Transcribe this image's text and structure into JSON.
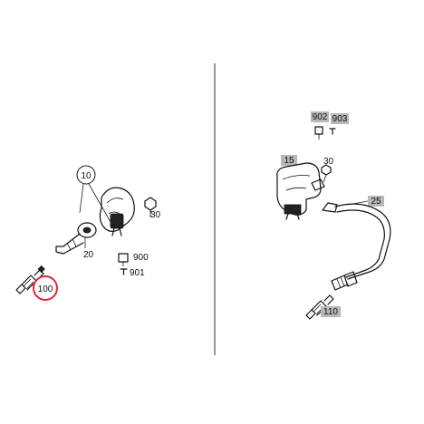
{
  "callouts": {
    "c10": "10",
    "c20": "20",
    "c30_left": "30",
    "c900": "900",
    "c901": "901",
    "c100": "100",
    "c902": "902",
    "c903": "903",
    "c15": "15",
    "c30_right": "30",
    "c25": "25",
    "c110": "110"
  },
  "colors": {
    "line": "#111111",
    "highlight": "#d62b3c",
    "label_box": "#b8b8b8",
    "divider": "#555555"
  }
}
